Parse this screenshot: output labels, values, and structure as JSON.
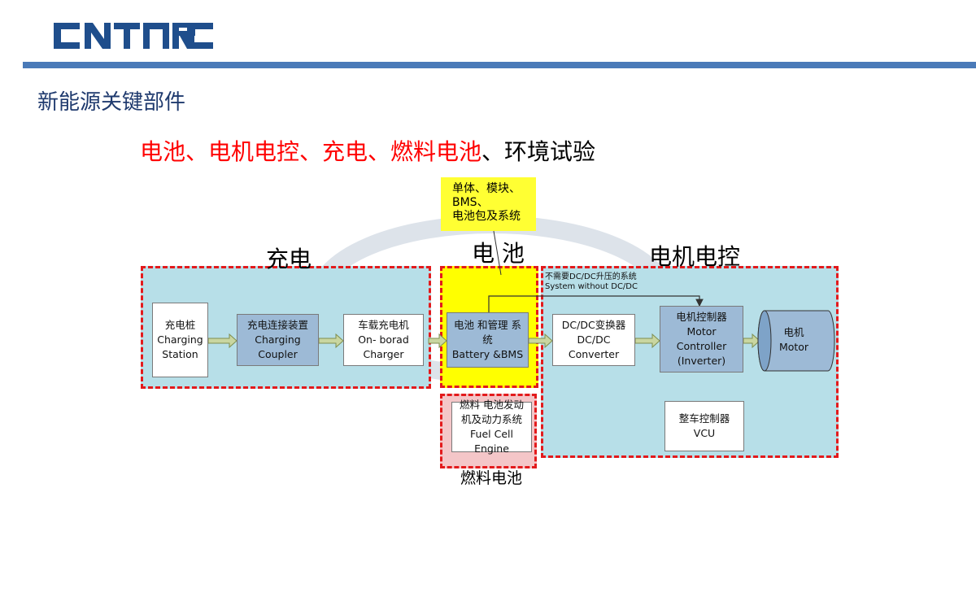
{
  "header": {
    "logo": "CNTARC",
    "title": "新能源关键部件"
  },
  "subtitle": {
    "red_part": "电池、电机电控、充电、燃料电池",
    "black_part": "、环境试验"
  },
  "regions": {
    "charging": "充电",
    "battery": "电 池",
    "motor": "电机电控",
    "fuel_cell": "燃料电池"
  },
  "note": {
    "line1": "单体、模块、",
    "line2": "BMS、",
    "line3": "电池包及系统"
  },
  "blocks": {
    "charging_station": {
      "zh": "充电桩",
      "en1": "Charging",
      "en2": "Station"
    },
    "charging_coupler": {
      "zh": "充电连接装置",
      "en1": "Charging",
      "en2": "Coupler"
    },
    "onboard_charger": {
      "zh": "车载充电机",
      "en1": "On- borad",
      "en2": "Charger"
    },
    "battery_bms": {
      "zh1": "电池 和管理 系",
      "zh2": "统",
      "en": "Battery &BMS"
    },
    "dcdc": {
      "zh": "DC/DC变换器",
      "en1": "DC/DC",
      "en2": "Converter"
    },
    "motor_controller": {
      "zh": "电机控制器",
      "en1": "Motor",
      "en2": "Controller",
      "en3": "(Inverter)"
    },
    "motor": {
      "zh": "电机",
      "en": "Motor"
    },
    "vcu": {
      "zh": "整车控制器",
      "en": "VCU"
    },
    "fuel_cell_engine": {
      "zh1": "燃料 电池发动",
      "zh2": "机及动力系统",
      "en": "Fuel Cell Engine"
    }
  },
  "bypass_note": {
    "zh": "不需要DC/DC升压的系统",
    "en": "System without DC/DC"
  },
  "colors": {
    "accent_blue": "#4a7ab8",
    "title_blue": "#1f3a6e",
    "red": "#ff0000",
    "region_bg": "#b7dfe8",
    "battery_bg": "#ffff00",
    "fuel_bg": "#f4c6c8",
    "block_blue": "#9dbad6",
    "arrow_fill": "#c9d6a0"
  }
}
